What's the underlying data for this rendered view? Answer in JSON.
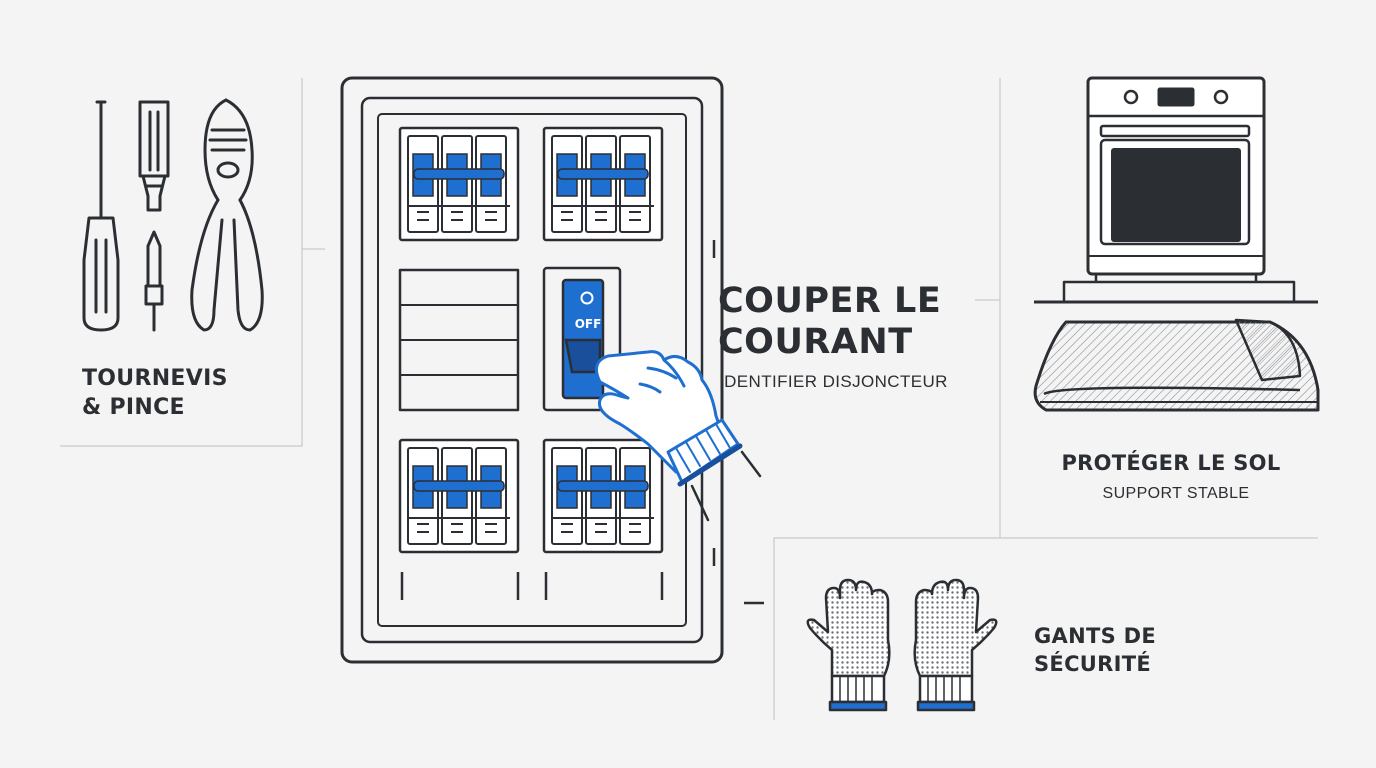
{
  "colors": {
    "background": "#f4f4f4",
    "line": "#2b2f33",
    "accent": "#1f6fd1",
    "accent_dark": "#1a4f9c"
  },
  "icons": [
    "screwdriver-icon",
    "pliers-icon",
    "breaker-panel-icon",
    "hand-icon",
    "oven-icon",
    "floor-mat-icon",
    "gloves-icon"
  ],
  "tools": {
    "title_line1": "TOURNEVIS",
    "title_line2": "& PINCE"
  },
  "power": {
    "title_line1": "COUPER LE",
    "title_line2": "COURANT",
    "subtitle": "IDENTIFIER DISJONCTEUR",
    "switch_state": "OFF",
    "switch_mark": "O"
  },
  "floor": {
    "title": "PROTÉGER LE SOL",
    "subtitle": "SUPPORT STABLE"
  },
  "gloves": {
    "title_line1": "GANTS DE",
    "title_line2": "SÉCURITÉ"
  }
}
